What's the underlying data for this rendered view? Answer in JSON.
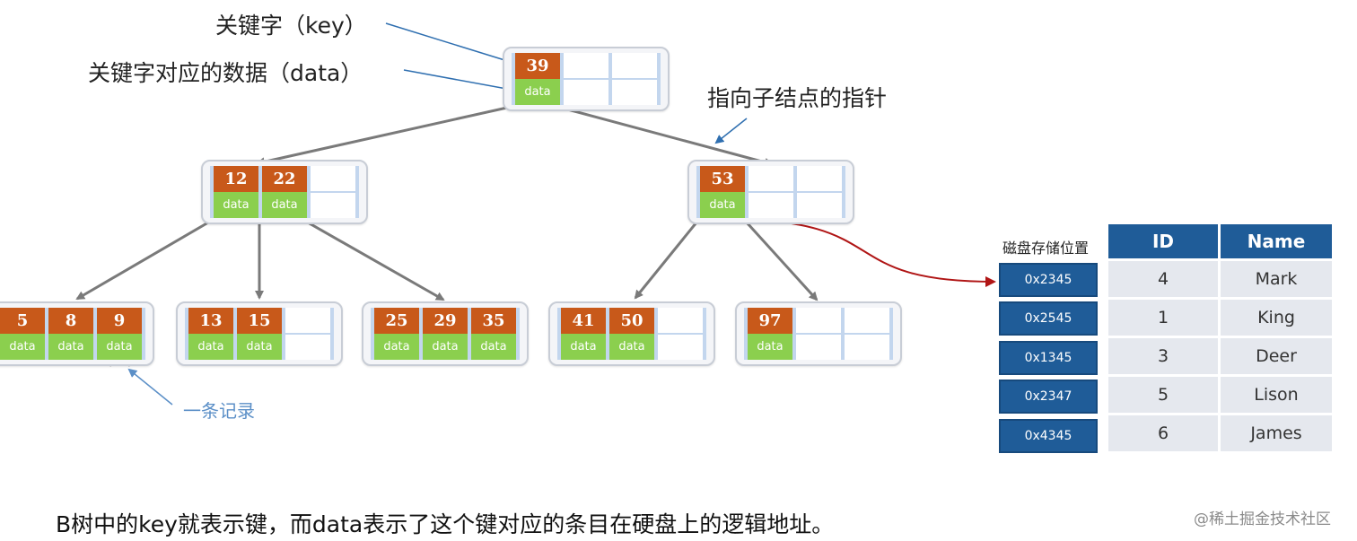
{
  "annotations": {
    "key_label": "关键字（key）",
    "data_label": "关键字对应的数据（data）",
    "pointer_label": "指向子结点的指针",
    "record_label": "一条记录"
  },
  "tree": {
    "root": {
      "slots": [
        {
          "key": "39",
          "data": "data"
        },
        null,
        null
      ]
    },
    "level1": [
      {
        "slots": [
          {
            "key": "12",
            "data": "data"
          },
          {
            "key": "22",
            "data": "data"
          },
          null
        ]
      },
      {
        "slots": [
          {
            "key": "53",
            "data": "data"
          },
          null,
          null
        ]
      }
    ],
    "leaves": [
      {
        "slots": [
          {
            "key": "5",
            "data": "data"
          },
          {
            "key": "8",
            "data": "data"
          },
          {
            "key": "9",
            "data": "data"
          }
        ]
      },
      {
        "slots": [
          {
            "key": "13",
            "data": "data"
          },
          {
            "key": "15",
            "data": "data"
          },
          null
        ]
      },
      {
        "slots": [
          {
            "key": "25",
            "data": "data"
          },
          {
            "key": "29",
            "data": "data"
          },
          {
            "key": "35",
            "data": "data"
          }
        ]
      },
      {
        "slots": [
          {
            "key": "41",
            "data": "data"
          },
          {
            "key": "50",
            "data": "data"
          },
          null
        ]
      },
      {
        "slots": [
          {
            "key": "97",
            "data": "data"
          },
          null,
          null
        ]
      }
    ]
  },
  "disk": {
    "header": "磁盘存储位置",
    "addresses": [
      "0x2345",
      "0x2545",
      "0x1345",
      "0x2347",
      "0x4345"
    ]
  },
  "table": {
    "columns": [
      "ID",
      "Name"
    ],
    "rows": [
      [
        "4",
        "Mark"
      ],
      [
        "1",
        "King"
      ],
      [
        "3",
        "Deer"
      ],
      [
        "5",
        "Lison"
      ],
      [
        "6",
        "James"
      ]
    ]
  },
  "caption": "B树中的key就表示键，而data表示了这个键对应的条目在硬盘上的逻辑地址。",
  "watermark": "@稀土掘金技术社区",
  "colors": {
    "key_fill": "#c8591a",
    "data_fill": "#8bcf4e",
    "node_slot_bg": "#c3d6ee",
    "table_header": "#1f5c98",
    "table_cell": "#e5e8ee",
    "callout_arrow": "#2f6fb0",
    "data_pointer_arrow": "#b01515",
    "tree_edge": "#7a7a7a"
  }
}
